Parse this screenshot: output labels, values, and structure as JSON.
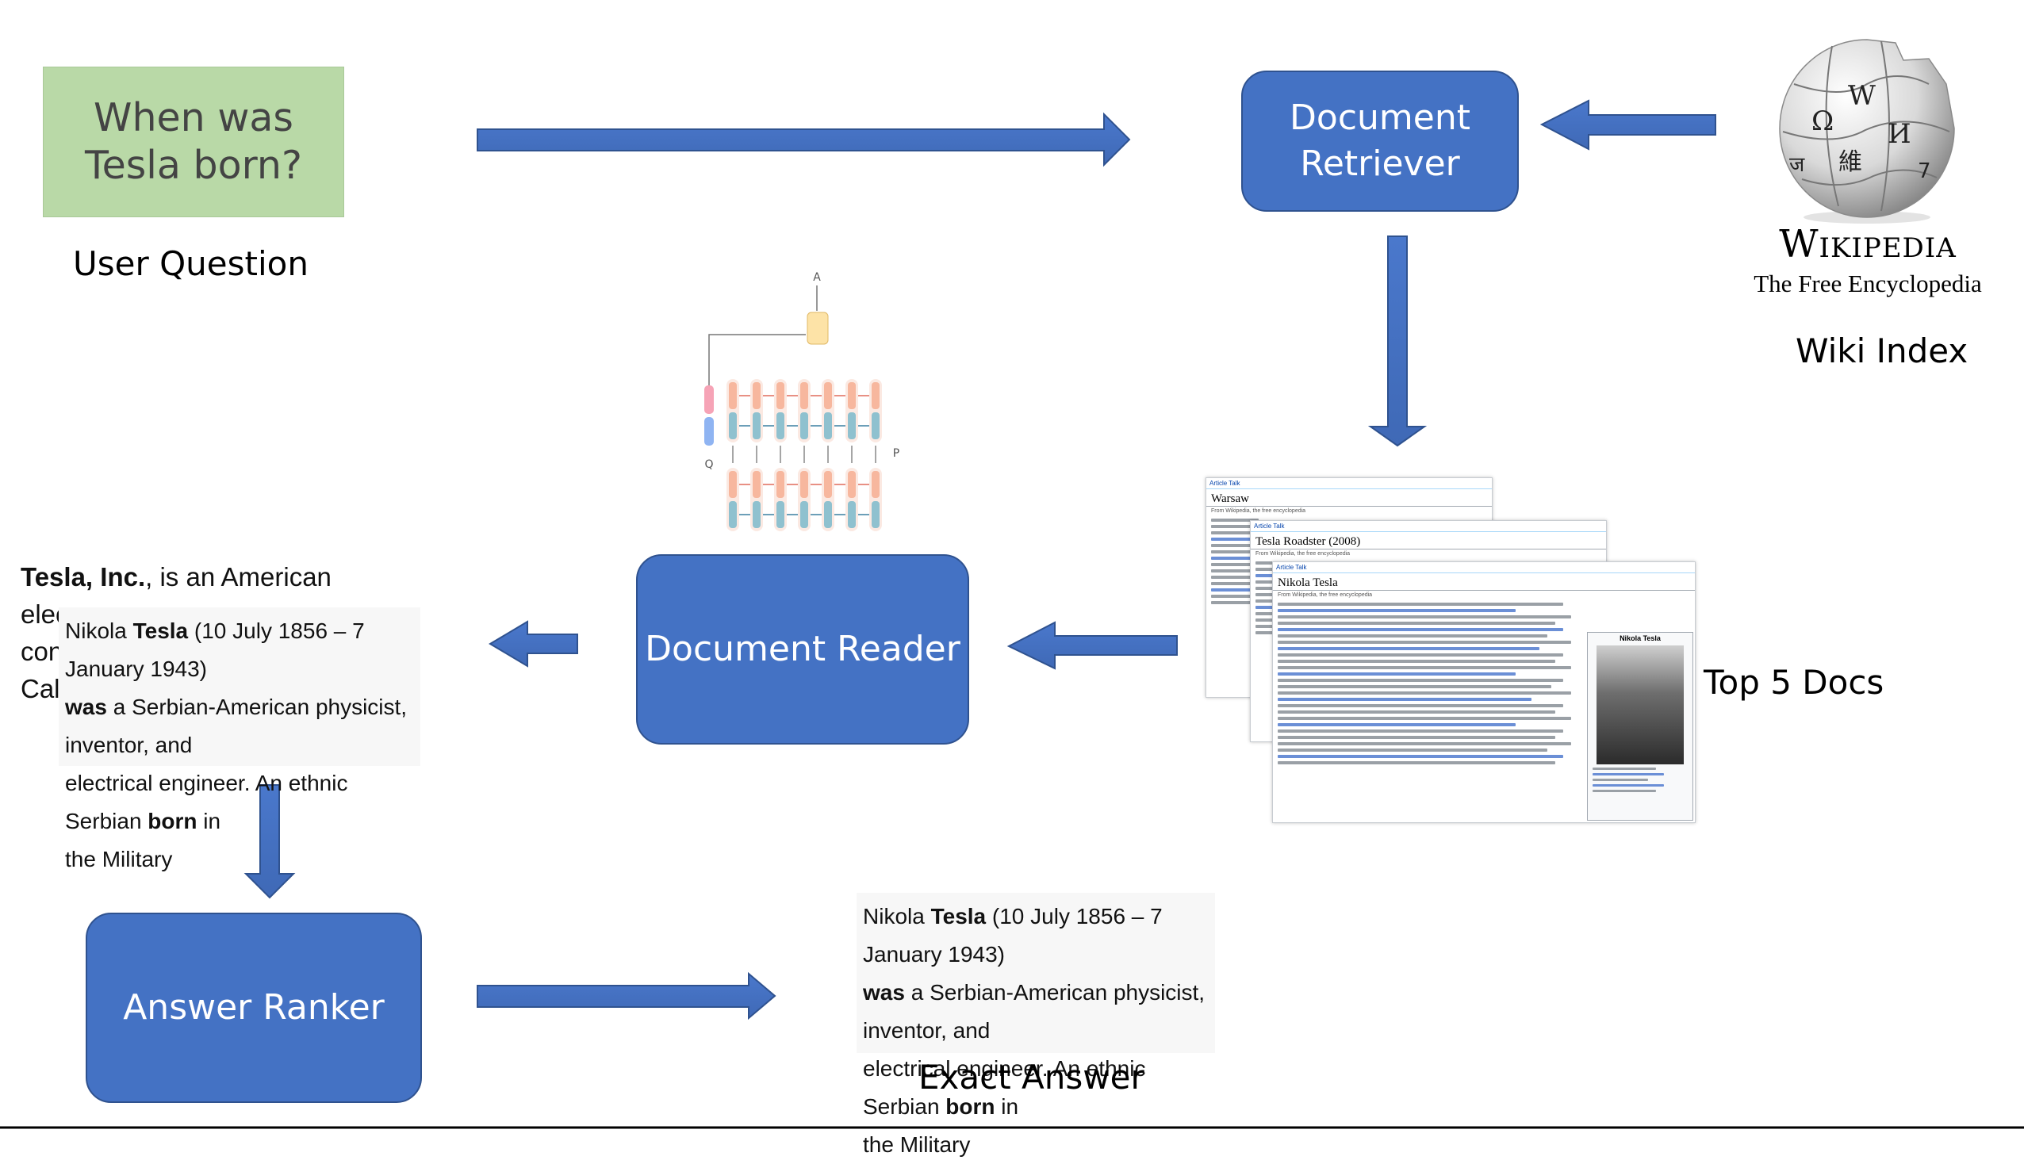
{
  "question": {
    "line1": "When was",
    "line2": "Tesla born?",
    "caption": "User Question"
  },
  "retriever": {
    "line1": "Document",
    "line2": "Retriever"
  },
  "wiki": {
    "wordmark": "Wikipedia",
    "tagline": "The Free Encyclopedia",
    "caption": "Wiki Index"
  },
  "top_docs": {
    "caption": "Top 5 Docs",
    "doc1": {
      "tabs": "Article  Talk",
      "title": "Warsaw",
      "from": "From Wikipedia, the free encyclopedia"
    },
    "doc2": {
      "tabs": "Article  Talk",
      "title": "Tesla Roadster (2008)",
      "from": "From Wikipedia, the free encyclopedia"
    },
    "doc3": {
      "tabs": "Article  Talk",
      "title": "Nikola Tesla",
      "from": "From Wikipedia, the free encyclopedia",
      "infobox_title": "Nikola Tesla"
    }
  },
  "reader": {
    "label": "Document Reader",
    "model_labels": {
      "answer": "A",
      "question": "Q",
      "passage": "P"
    }
  },
  "reader_output": {
    "back_snippet": {
      "bold": "Tesla, Inc.",
      "rest": ", is an American",
      "line2": "elec",
      "line3": "con",
      "line4": "Cal"
    },
    "front_snippet": {
      "l1a": "Nikola ",
      "l1b": "Tesla",
      "l1c": " (10 July 1856 – 7 January 1943)",
      "l2a": "was",
      "l2b": " a Serbian-American physicist, inventor, and",
      "l3a": "electrical engineer. An ethnic Serbian ",
      "l3b": "born",
      "l3c": " in",
      "l4": "the Military"
    }
  },
  "ranker": {
    "label": "Answer Ranker"
  },
  "exact_answer": {
    "caption": "Exact Answer",
    "l1a": "Nikola ",
    "l1b": "Tesla",
    "l1c": " (10 July 1856 – 7 January 1943)",
    "l2a": "was",
    "l2b": " a Serbian-American physicist, inventor, and",
    "l3a": "electrical engineer. An ethnic Serbian ",
    "l3b": "born",
    "l3c": " in",
    "l4": "the Military"
  },
  "colors": {
    "process_fill": "#4472c4",
    "arrow_fill": "#4472c4",
    "question_fill": "#b9d9a7"
  }
}
